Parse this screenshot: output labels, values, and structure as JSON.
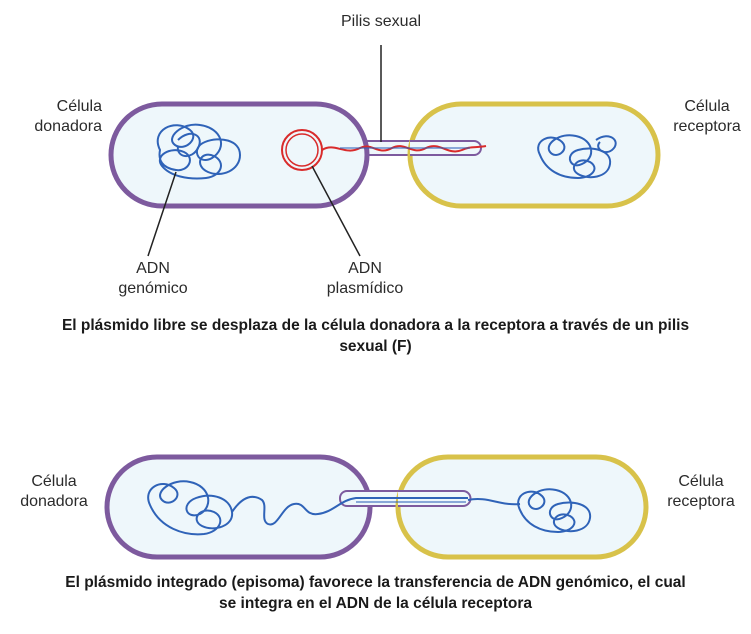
{
  "panel1": {
    "donor_label": "Célula\ndonadora",
    "recipient_label": "Célula\nreceptora",
    "pilus_label": "Pilis sexual",
    "genomic_label": "ADN\ngenómico",
    "plasmid_label": "ADN\nplasmídico",
    "caption": "El plásmido libre se desplaza de la célula donadora a la receptora a través de un pilis sexual (F)"
  },
  "panel2": {
    "donor_label": "Célula\ndonadora",
    "recipient_label": "Célula\nreceptora",
    "caption": "El plásmido integrado (episoma) favorece la transferencia de ADN genómico, el cual se integra en el ADN de la célula receptora"
  },
  "colors": {
    "donor_membrane": "#7d5a9e",
    "recipient_membrane": "#d8c24a",
    "cytoplasm": "#eef7fb",
    "dna": "#2f63b8",
    "plasmid": "#d92b2b",
    "pointer": "#222222"
  }
}
